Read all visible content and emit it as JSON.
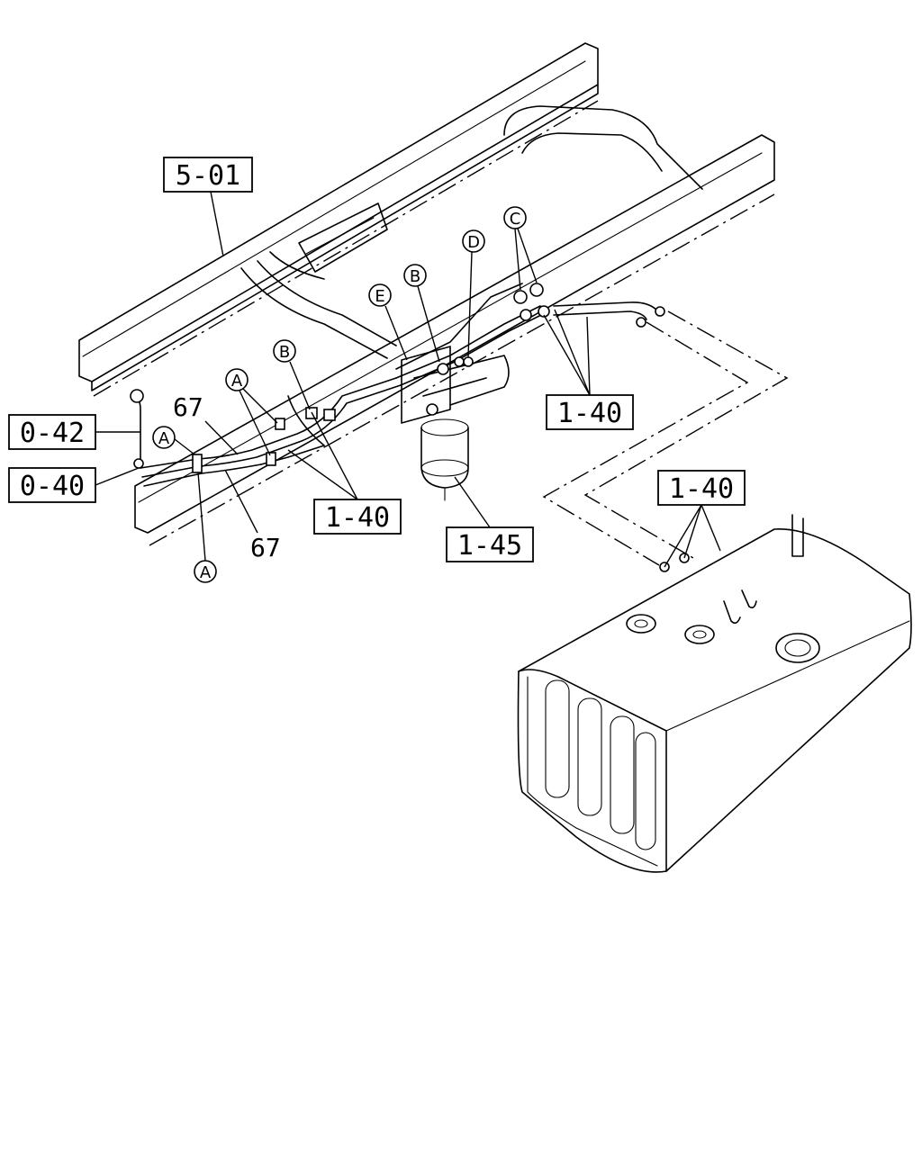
{
  "callouts": {
    "frame_ref": "5-01",
    "hook_ref": "0-42",
    "bracket_ref": "0-40",
    "pipe_ref_left": "1-40",
    "pipe_ref_right": "1-40",
    "tank_ref": "1-40",
    "filter_ref": "1-45"
  },
  "part_numbers": {
    "pipe_upper": "67",
    "pipe_lower": "67"
  },
  "reference_letters": {
    "a_top": "A",
    "a_left": "A",
    "a_bottom": "A",
    "b_left": "B",
    "b_center": "B",
    "c": "C",
    "d": "D",
    "e": "E"
  }
}
